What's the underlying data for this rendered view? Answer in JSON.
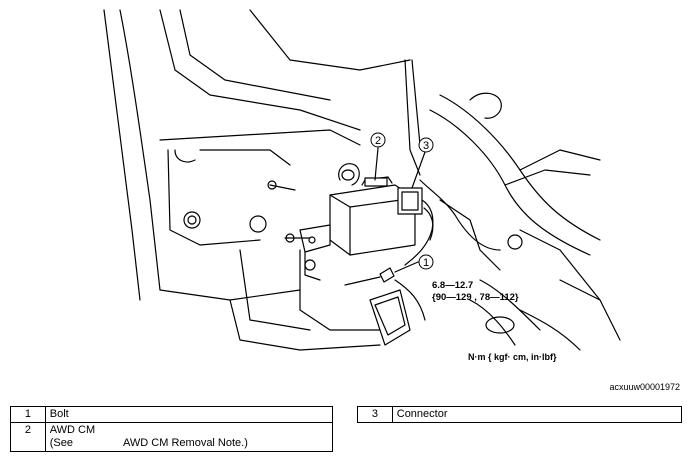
{
  "diagram": {
    "callouts": [
      "1",
      "2",
      "3"
    ],
    "torque": {
      "line1": "6.8—12.7",
      "line2": "{90—129 , 78—112}"
    },
    "units": "N·m { kgf· cm, in·lbf}"
  },
  "figure_id": "acxuuw00001972",
  "legend": {
    "left": [
      {
        "num": "1",
        "label": "Bolt"
      },
      {
        "num": "2",
        "label": "AWD CM",
        "note_prefix": "(See",
        "note_link": "AWD CM Removal Note.)"
      }
    ],
    "right": [
      {
        "num": "3",
        "label": "Connector"
      }
    ]
  }
}
